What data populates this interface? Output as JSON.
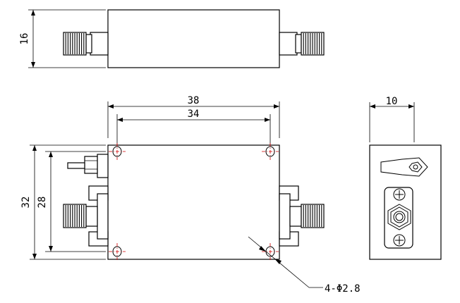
{
  "dimensions": {
    "height_top": "16",
    "width_overall": "38",
    "width_holes": "34",
    "height_overall": "32",
    "height_holes": "28",
    "depth_side": "10",
    "hole_callout": "4-Φ2.8"
  }
}
